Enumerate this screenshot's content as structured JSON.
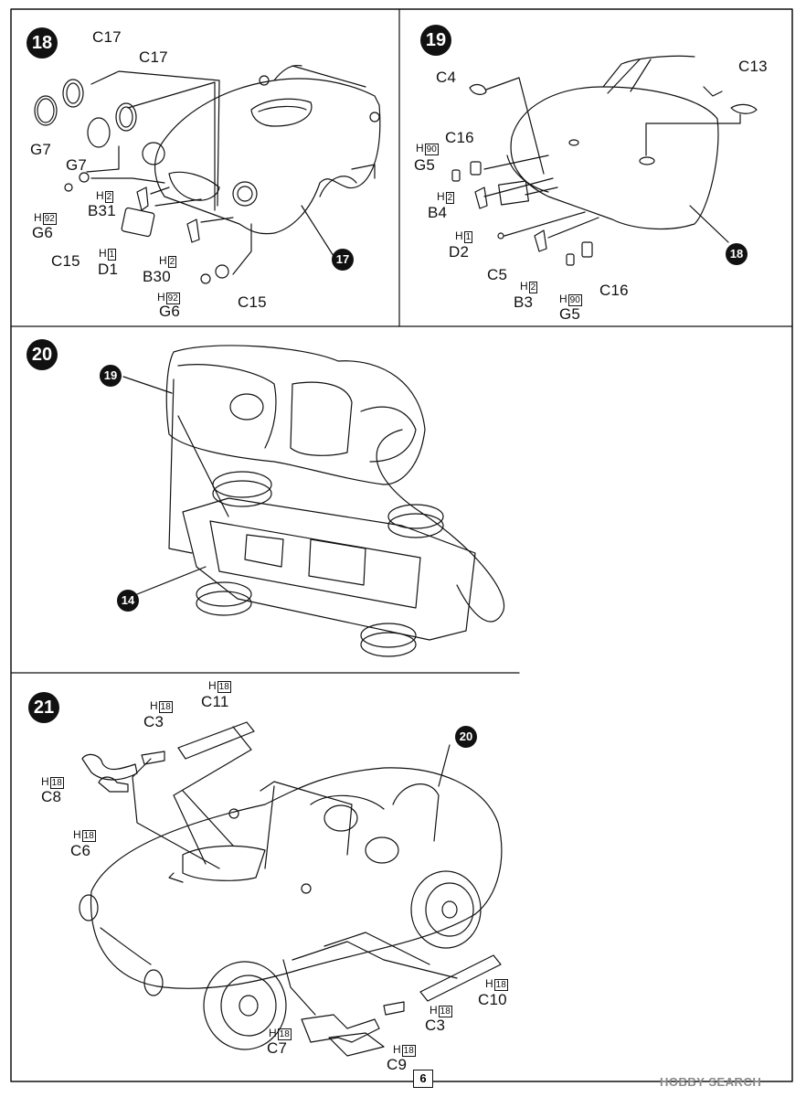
{
  "page_number": "6",
  "watermark": "HOBBY SEARCH",
  "steps": {
    "s18": {
      "number": "18",
      "labels": {
        "c17a": "C17",
        "c17b": "C17",
        "g7a": "G7",
        "g7b": "G7",
        "b31": "B31",
        "g6a": "G6",
        "c15a": "C15",
        "d1": "D1",
        "b30": "B30",
        "g6b": "G6",
        "c15b": "C15"
      },
      "codes": {
        "b31": "2",
        "g6a": "92",
        "d1": "1",
        "b30": "2",
        "g6b": "92"
      },
      "ref": "17"
    },
    "s19": {
      "number": "19",
      "labels": {
        "c4": "C4",
        "c13": "C13",
        "c16a": "C16",
        "g5a": "G5",
        "b4": "B4",
        "d2": "D2",
        "c5": "C5",
        "b3": "B3",
        "c16b": "C16",
        "g5b": "G5"
      },
      "codes": {
        "g5a": "90",
        "b4": "2",
        "d2": "1",
        "b3": "2",
        "g5b": "90"
      },
      "ref": "18"
    },
    "s20": {
      "number": "20",
      "ref_top": "19",
      "ref_bottom": "14"
    },
    "s21": {
      "number": "21",
      "labels": {
        "c11": "C11",
        "c3a": "C3",
        "c8": "C8",
        "c6": "C6",
        "c10": "C10",
        "c3b": "C3",
        "c7": "C7",
        "c9": "C9"
      },
      "codes": {
        "c11": "18",
        "c3a": "18",
        "c8": "18",
        "c6": "18",
        "c10": "18",
        "c3b": "18",
        "c7": "18",
        "c9": "18"
      },
      "ref": "20"
    }
  },
  "code_prefix": "H"
}
